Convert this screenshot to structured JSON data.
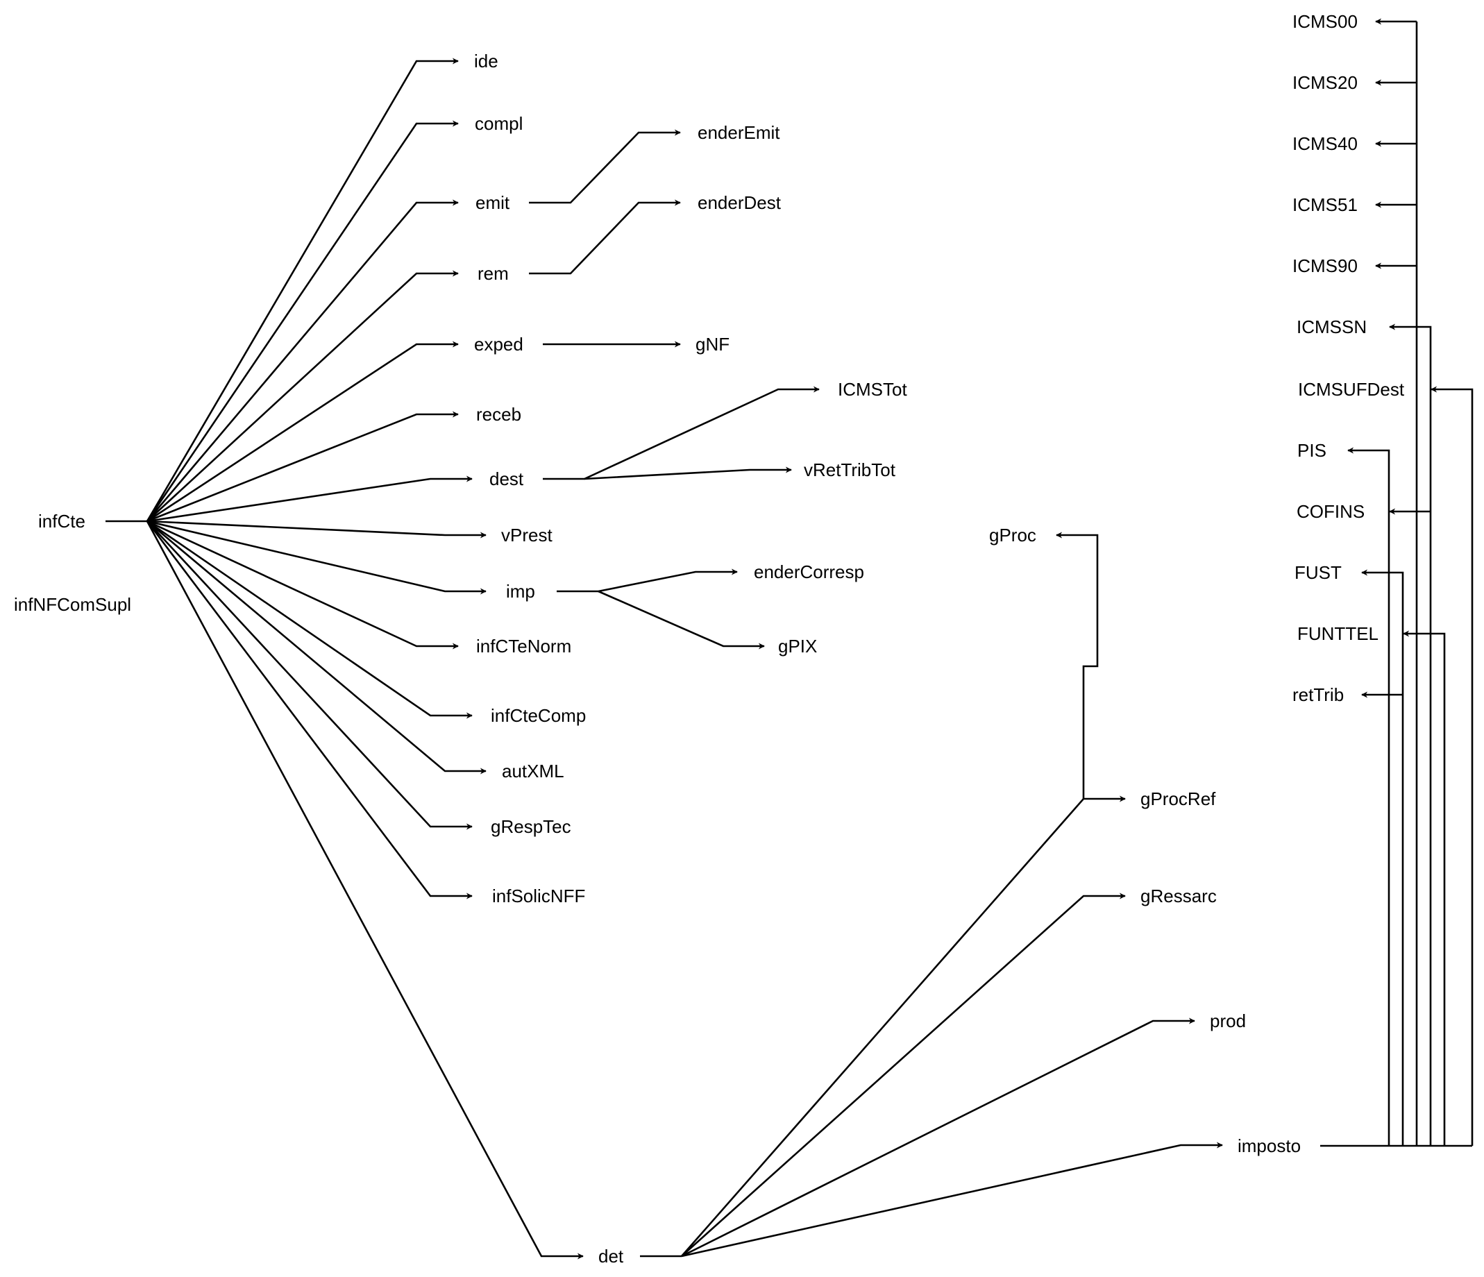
{
  "diagram": {
    "title": "",
    "colors": {
      "stroke": "#000000",
      "text": "#000000",
      "background": "#ffffff"
    },
    "nodes": {
      "infCte": "infCte",
      "infNFComSupl": "infNFComSupl",
      "ide": "ide",
      "compl": "compl",
      "emit": "emit",
      "rem": "rem",
      "exped": "exped",
      "receb": "receb",
      "dest": "dest",
      "vPrest": "vPrest",
      "imp": "imp",
      "infCTeNorm": "infCTeNorm",
      "infCteComp": "infCteComp",
      "autXML": "autXML",
      "gRespTec": "gRespTec",
      "infSolicNFF": "infSolicNFF",
      "det": "det",
      "enderEmit": "enderEmit",
      "enderDest": "enderDest",
      "gNF": "gNF",
      "ICMSTot": "ICMSTot",
      "vRetTribTot": "vRetTribTot",
      "enderCorresp": "enderCorresp",
      "gPIX": "gPIX",
      "gProc": "gProc",
      "gProcRef": "gProcRef",
      "gRessarc": "gRessarc",
      "prod": "prod",
      "imposto": "imposto",
      "ICMS00": "ICMS00",
      "ICMS20": "ICMS20",
      "ICMS40": "ICMS40",
      "ICMS51": "ICMS51",
      "ICMS90": "ICMS90",
      "ICMSSN": "ICMSSN",
      "ICMSUFDest": "ICMSUFDest",
      "PIS": "PIS",
      "COFINS": "COFINS",
      "FUST": "FUST",
      "FUNTTEL": "FUNTTEL",
      "retTrib": "retTrib"
    },
    "edges": [
      [
        "infCte",
        "ide"
      ],
      [
        "infCte",
        "compl"
      ],
      [
        "infCte",
        "emit"
      ],
      [
        "infCte",
        "rem"
      ],
      [
        "infCte",
        "exped"
      ],
      [
        "infCte",
        "receb"
      ],
      [
        "infCte",
        "dest"
      ],
      [
        "infCte",
        "vPrest"
      ],
      [
        "infCte",
        "imp"
      ],
      [
        "infCte",
        "infCTeNorm"
      ],
      [
        "infCte",
        "infCteComp"
      ],
      [
        "infCte",
        "autXML"
      ],
      [
        "infCte",
        "gRespTec"
      ],
      [
        "infCte",
        "infSolicNFF"
      ],
      [
        "infCte",
        "det"
      ],
      [
        "emit",
        "enderEmit"
      ],
      [
        "rem",
        "enderDest"
      ],
      [
        "exped",
        "gNF"
      ],
      [
        "dest",
        "ICMSTot"
      ],
      [
        "dest",
        "vRetTribTot"
      ],
      [
        "imp",
        "enderCorresp"
      ],
      [
        "imp",
        "gPIX"
      ],
      [
        "det",
        "gProcRef"
      ],
      [
        "det",
        "gRessarc"
      ],
      [
        "det",
        "prod"
      ],
      [
        "det",
        "imposto"
      ],
      [
        "gProcRef",
        "gProc"
      ],
      [
        "imposto",
        "ICMS00"
      ],
      [
        "imposto",
        "ICMS20"
      ],
      [
        "imposto",
        "ICMS40"
      ],
      [
        "imposto",
        "ICMS51"
      ],
      [
        "imposto",
        "ICMS90"
      ],
      [
        "imposto",
        "ICMSSN"
      ],
      [
        "imposto",
        "ICMSUFDest"
      ],
      [
        "imposto",
        "PIS"
      ],
      [
        "imposto",
        "COFINS"
      ],
      [
        "imposto",
        "FUST"
      ],
      [
        "imposto",
        "FUNTTEL"
      ],
      [
        "imposto",
        "retTrib"
      ]
    ]
  }
}
